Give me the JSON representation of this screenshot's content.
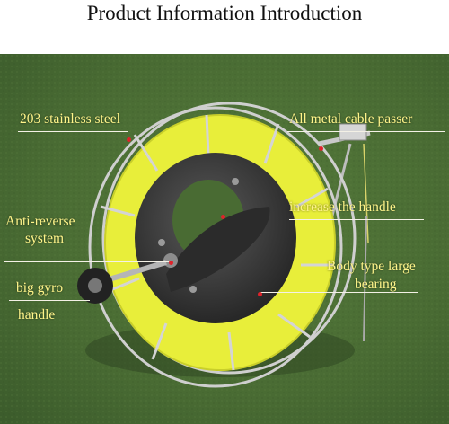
{
  "title": "Product Information Introduction",
  "labels": {
    "steel": "203 stainless steel",
    "passer": "All metal cable passer",
    "anti_reverse_1": "Anti-reverse",
    "anti_reverse_2": "system",
    "increase_handle": "increase the handle",
    "body_bearing_1": "Body type large",
    "body_bearing_2": "bearing",
    "big_gyro": "big gyro",
    "handle": "handle"
  },
  "colors": {
    "label_text": "#fff58a",
    "leader_line": "#f4f1e6",
    "marker_dot": "#e0222a",
    "line_spool": "#e8ee3a",
    "grass": "#4a6a33"
  }
}
